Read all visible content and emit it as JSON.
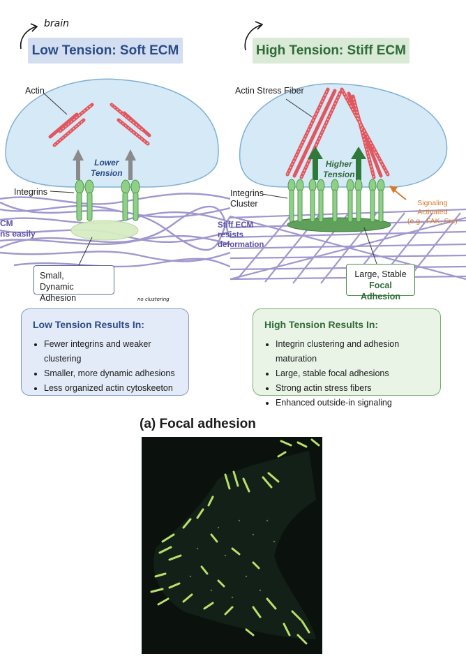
{
  "annotations": {
    "brain": "brain",
    "no_clustering": "no clustering"
  },
  "left_panel": {
    "title": "Low Tension: Soft ECM",
    "actin_label": "Actin",
    "tension_label_1": "Lower",
    "tension_label_2": "Tension",
    "integrins_label": "Integrins",
    "ecm_label_1": "CM",
    "ecm_label_2": "ns easily",
    "callout_1": "Small,",
    "callout_2": "Dynamic Adhesion",
    "results_title": "Low Tension Results In:",
    "results": [
      "Fewer integrins and weaker clustering",
      "Smaller, more dynamic adhesions",
      "Less organized actin cytoskeeton"
    ]
  },
  "right_panel": {
    "title": "High Tension: Stiff ECM",
    "actin_label": "Actin Stress Fiber",
    "tension_label_1": "Higher",
    "tension_label_2": "Tension",
    "integrins_label_1": "Integrins",
    "integrins_label_2": "Cluster",
    "signaling_1": "Signaling",
    "signaling_2": "Activated",
    "signaling_3": "(e.g., FAK, Src)",
    "ecm_label_1": "Stiff ECM",
    "ecm_label_2": "resists",
    "ecm_label_3": "deformation",
    "callout_1": "Large, Stable",
    "callout_2": "Focal Adhesion",
    "results_title": "High Tension Results In:",
    "results": [
      "Integrin clustering and adhesion maturation",
      "Large, stable focal adhesions",
      "Strong actin stress fibers",
      "Enhanced outside-in signaling"
    ]
  },
  "micrograph": {
    "caption": "(a) Focal adhesion"
  },
  "colors": {
    "left_title_bg": "#d3def0",
    "left_title_text": "#2b4b86",
    "right_title_bg": "#d9ead6",
    "right_title_text": "#2e6b38",
    "left_results_bg": "#e4ebf8",
    "right_results_bg": "#e9f3e6",
    "cell_fill": "#d6e9f6",
    "actin": "#e0575f",
    "integrin": "#8fcf88",
    "ecm": "#8f86c6",
    "signal": "#d9782a",
    "micrograph_bg": "#0b120e",
    "adhesion_glow": "#b9e06a"
  }
}
